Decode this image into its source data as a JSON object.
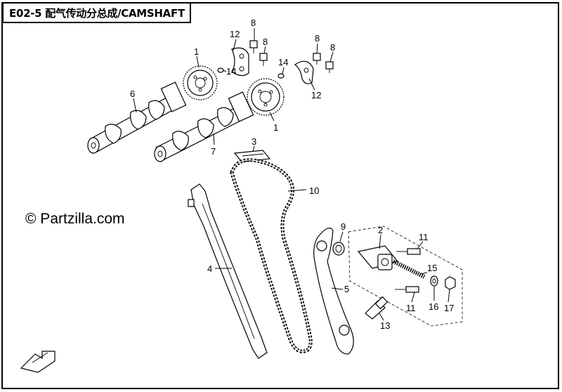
{
  "diagram": {
    "title": "E02-5 配气传动分总成/CAMSHAFT",
    "watermark": "© Partzilla.com",
    "callouts": [
      {
        "id": "c12a",
        "text": "12"
      },
      {
        "id": "c8a",
        "text": "8"
      },
      {
        "id": "c8b",
        "text": "8"
      },
      {
        "id": "c1a",
        "text": "1"
      },
      {
        "id": "c14a",
        "text": "14"
      },
      {
        "id": "c14b",
        "text": "14"
      },
      {
        "id": "c8c",
        "text": "8"
      },
      {
        "id": "c8d",
        "text": "8"
      },
      {
        "id": "c12b",
        "text": "12"
      },
      {
        "id": "c6",
        "text": "6"
      },
      {
        "id": "c1b",
        "text": "1"
      },
      {
        "id": "c7",
        "text": "7"
      },
      {
        "id": "c3",
        "text": "3"
      },
      {
        "id": "c10",
        "text": "10"
      },
      {
        "id": "c9",
        "text": "9"
      },
      {
        "id": "c2",
        "text": "2"
      },
      {
        "id": "c11a",
        "text": "11"
      },
      {
        "id": "c4",
        "text": "4"
      },
      {
        "id": "c15",
        "text": "15"
      },
      {
        "id": "c5",
        "text": "5"
      },
      {
        "id": "c16",
        "text": "16"
      },
      {
        "id": "c17",
        "text": "17"
      },
      {
        "id": "c11b",
        "text": "11"
      },
      {
        "id": "c13",
        "text": "13"
      }
    ]
  }
}
